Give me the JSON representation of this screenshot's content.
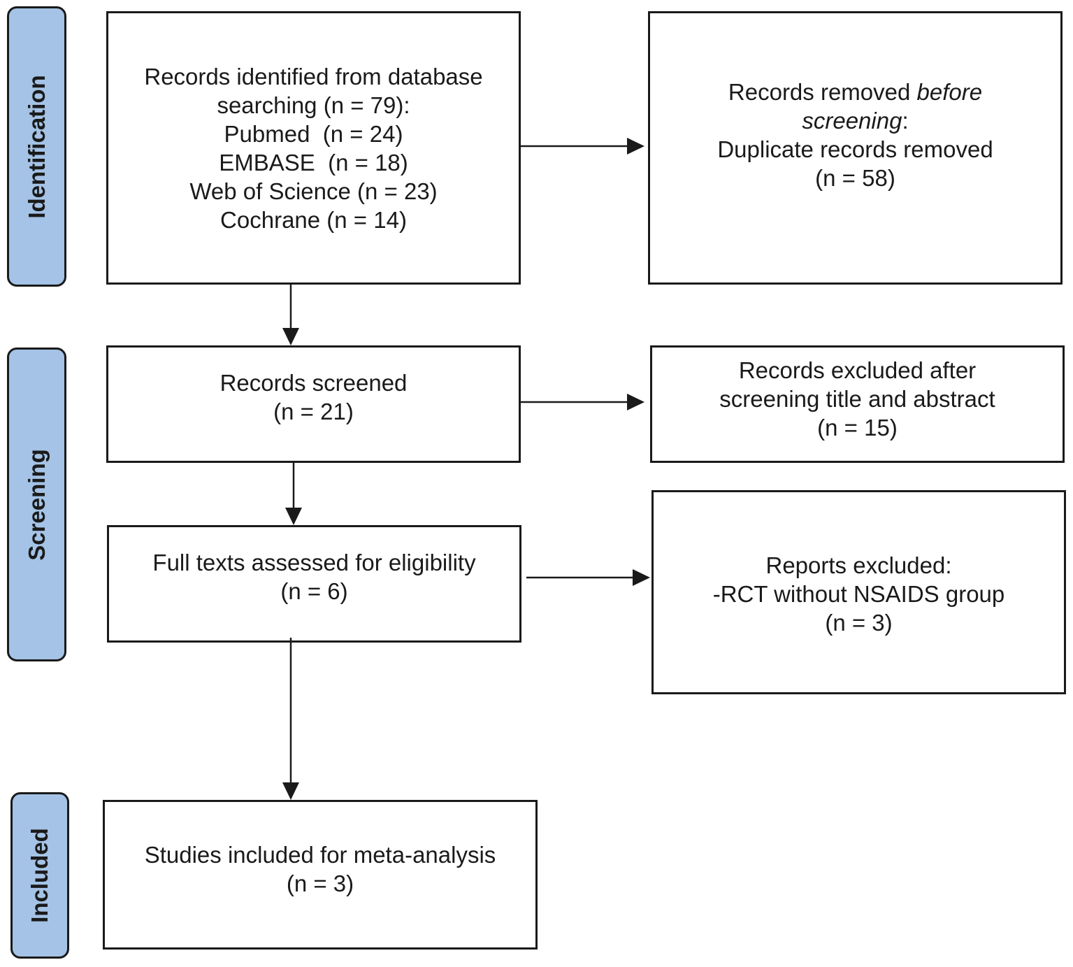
{
  "phases": {
    "identification": "Identification",
    "screening": "Screening",
    "included": "Included"
  },
  "boxes": {
    "identified": {
      "lines": [
        "Records identified from database",
        "searching (n = 79):",
        "Pubmed  (n = 24)",
        "EMBASE  (n = 18)",
        "Web of Science (n = 23)",
        "Cochrane (n = 14)"
      ]
    },
    "removed_before": {
      "line1": "Records removed ",
      "line1_em": "before",
      "line2_em": "screening",
      "line2_rest": ":",
      "line3": "Duplicate records removed",
      "line4": "(n = 58)"
    },
    "screened": {
      "lines": [
        "Records screened",
        "(n = 21)"
      ]
    },
    "excluded_title": {
      "lines": [
        "Records excluded after",
        "screening title and abstract",
        "(n = 15)"
      ]
    },
    "fulltext": {
      "lines": [
        "Full texts assessed for eligibility",
        "(n = 6)"
      ]
    },
    "reports_excluded": {
      "lines": [
        "Reports excluded:",
        "-RCT without NSAIDS group",
        "(n = 3)"
      ]
    },
    "included": {
      "lines": [
        "Studies included for meta-analysis",
        "(n = 3)"
      ]
    }
  }
}
